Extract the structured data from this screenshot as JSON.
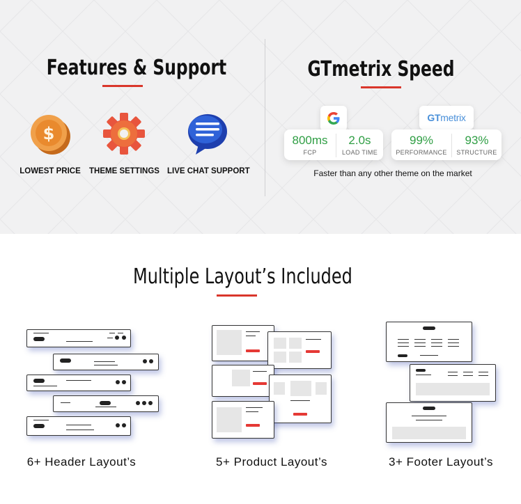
{
  "features": {
    "title": "Features & Support",
    "items": [
      {
        "label": "LOWEST PRICE",
        "icon": "dollar-coin-icon"
      },
      {
        "label": "THEME SETTINGS",
        "icon": "gear-icon"
      },
      {
        "label": "LIVE CHAT SUPPORT",
        "icon": "chat-bubble-icon"
      }
    ]
  },
  "speed": {
    "title": "GTmetrix Speed",
    "google": {
      "logo_letter": "G",
      "metrics": [
        {
          "value": "800ms",
          "label": "FCP"
        },
        {
          "value": "2.0s",
          "label": "LOAD TIME"
        }
      ]
    },
    "gtmetrix": {
      "logo_text_a": "GT",
      "logo_text_b": "metrix",
      "metrics": [
        {
          "value": "99%",
          "label": "PERFORMANCE"
        },
        {
          "value": "93%",
          "label": "STRUCTURE"
        }
      ]
    },
    "tagline": "Faster than any other theme on the market"
  },
  "layouts": {
    "title": "Multiple Layout’s Included",
    "items": [
      {
        "label": "6+ Header Layout’s"
      },
      {
        "label": "5+ Product Layout’s"
      },
      {
        "label": "3+ Footer Layout’s"
      }
    ]
  },
  "colors": {
    "accent": "#d9362b",
    "metric_green": "#2f9e44",
    "gtmetrix_blue": "#4a90d9"
  }
}
